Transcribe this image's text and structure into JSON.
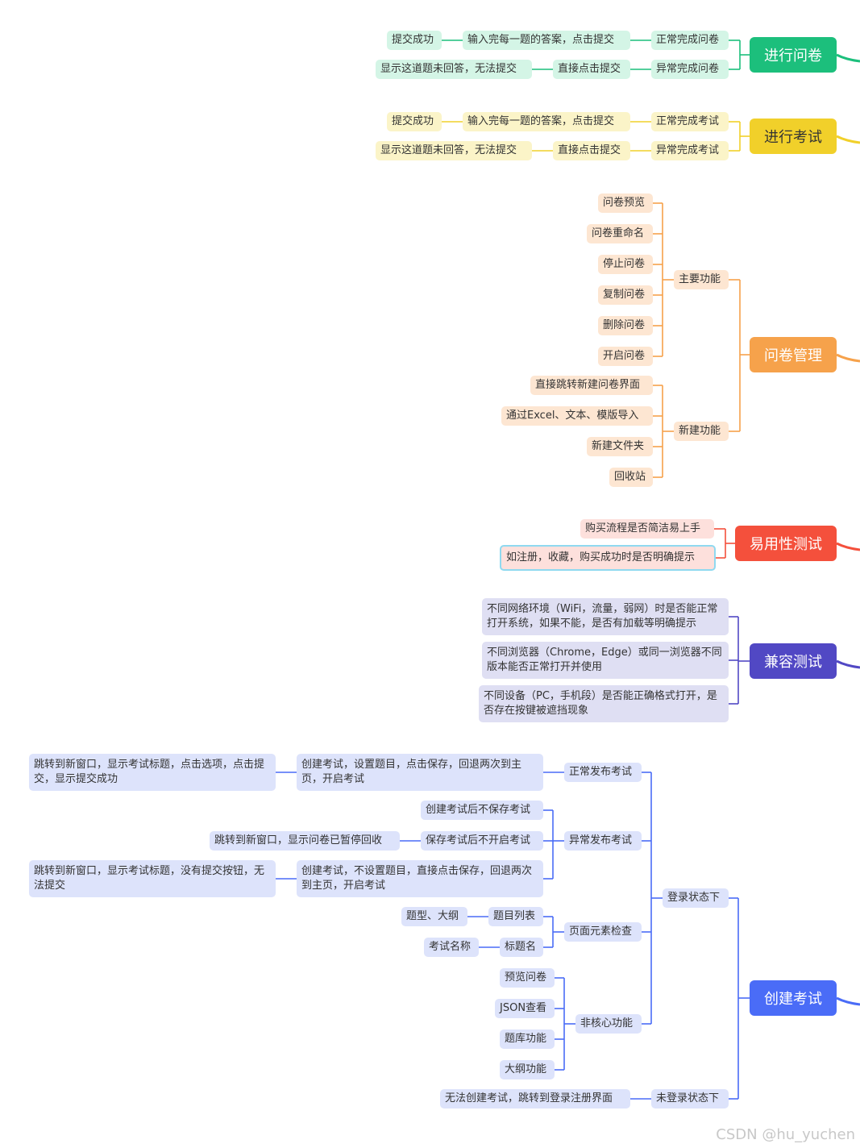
{
  "watermark": "CSDN @hu_yuchen",
  "colors": {
    "green": "#1cbf7c",
    "green_light": "#d4f5e6",
    "yellow": "#f1d02a",
    "yellow_light": "#fbf4c8",
    "orange": "#f6a24b",
    "orange_light": "#fde6d2",
    "red": "#f4503c",
    "red_light": "#fde0dc",
    "indigo": "#5148c4",
    "indigo_light": "#dfdff3",
    "blue": "#4a6cf7",
    "blue_light": "#dde3fb"
  },
  "branches": {
    "questionnaire": {
      "root": "进行问卷",
      "n1": "正常完成问卷",
      "n1_a": "输入完每一题的答案，点击提交",
      "n1_b": "提交成功",
      "n2": "异常完成问卷",
      "n2_a": "直接点击提交",
      "n2_b": "显示这道题未回答，无法提交"
    },
    "exam": {
      "root": "进行考试",
      "n1": "正常完成考试",
      "n1_a": "输入完每一题的答案，点击提交",
      "n1_b": "提交成功",
      "n2": "异常完成考试",
      "n2_a": "直接点击提交",
      "n2_b": "显示这道题未回答，无法提交"
    },
    "manage": {
      "root": "问卷管理",
      "main": "主要功能",
      "main_items": [
        "问卷预览",
        "问卷重命名",
        "停止问卷",
        "复制问卷",
        "删除问卷",
        "开启问卷"
      ],
      "new": "新建功能",
      "new_items": [
        "直接跳转新建问卷界面",
        "通过Excel、文本、模版导入",
        "新建文件夹",
        "回收站"
      ]
    },
    "usability": {
      "root": "易用性测试",
      "items": [
        "购买流程是否简洁易上手",
        "如注册，收藏，购买成功时是否明确提示"
      ]
    },
    "compat": {
      "root": "兼容测试",
      "items": [
        "不同网络环境（WiFi，流量，弱网）时是否能正常打开系统，如果不能，是否有加载等明确提示",
        "不同浏览器（Chrome，Edge）或同一浏览器不同版本能否正常打开并使用",
        "不同设备（PC，手机段）是否能正确格式打开，是否存在按键被遮挡现象"
      ]
    },
    "create": {
      "root": "创建考试",
      "logged": "登录状态下",
      "normal": "正常发布考试",
      "normal_a": "创建考试，设置题目，点击保存，回退两次到主页，开启考试",
      "normal_b": "跳转到新窗口，显示考试标题，点击选项，点击提交，显示提交成功",
      "abnormal": "异常发布考试",
      "ab1": "创建考试后不保存考试",
      "ab2": "保存考试后不开启考试",
      "ab2_a": "跳转到新窗口，显示问卷已暂停回收",
      "ab3": "创建考试，不设置题目，直接点击保存，回退两次到主页，开启考试",
      "ab3_a": "跳转到新窗口，显示考试标题，没有提交按钮，无法提交",
      "page": "页面元素检查",
      "page1": "题目列表",
      "page1_a": "题型、大纲",
      "page2": "标题名",
      "page2_a": "考试名称",
      "noncore": "非核心功能",
      "noncore_items": [
        "预览问卷",
        "JSON查看",
        "题库功能",
        "大纲功能"
      ],
      "notlogged": "未登录状态下",
      "notlogged_a": "无法创建考试，跳转到登录注册界面"
    }
  }
}
